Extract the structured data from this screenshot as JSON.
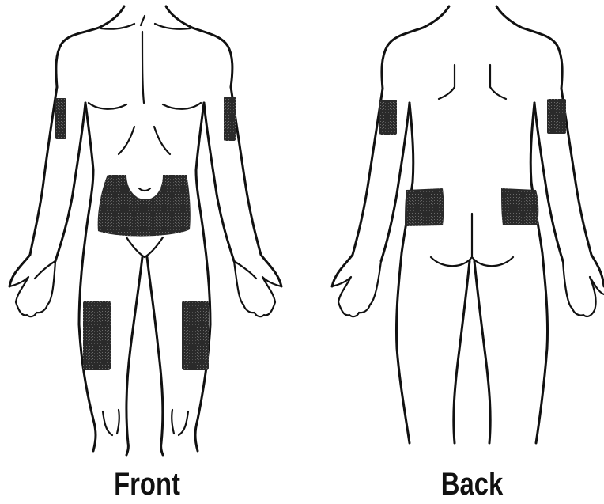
{
  "figures": [
    {
      "id": "front",
      "label": "Front"
    },
    {
      "id": "back",
      "label": "Back"
    }
  ],
  "colors": {
    "outline": "#111111",
    "injection_site": "#2a2a2a",
    "background": "#ffffff"
  },
  "injection_sites": {
    "front": [
      "upper-arm-right",
      "upper-arm-left",
      "abdomen",
      "thigh-right",
      "thigh-left"
    ],
    "back": [
      "upper-arm-right",
      "upper-arm-left",
      "buttock-right",
      "buttock-left"
    ]
  }
}
